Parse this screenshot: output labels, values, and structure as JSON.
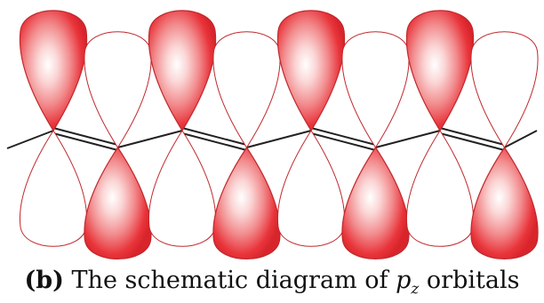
{
  "figure": {
    "caption": {
      "label": "(b)",
      "text_before": " The schematic diagram of ",
      "symbol": "p",
      "subscript": "z",
      "text_after": " orbitals"
    },
    "orbital_pairs": 8,
    "colors": {
      "lobe_fill_dark": "#e8343a",
      "lobe_fill_light": "#ffffff",
      "lobe_outline": "#c0282c",
      "bond_line": "#222222"
    },
    "icons": [
      "pz-orbital-lobe-shaded",
      "pz-orbital-lobe-unshaded",
      "single-bond-line",
      "double-bond-line"
    ]
  }
}
